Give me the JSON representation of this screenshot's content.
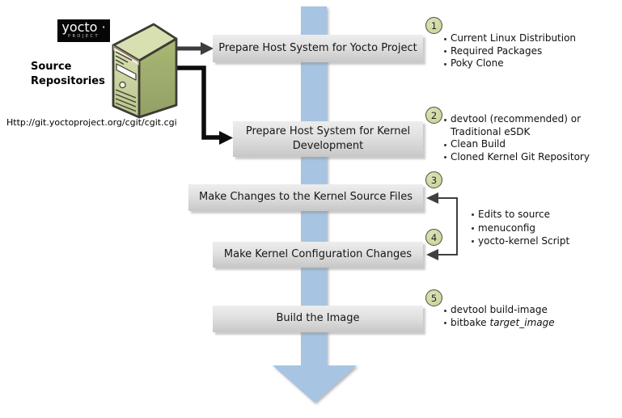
{
  "logo": {
    "brand": "yocto",
    "mark": "·",
    "sub": "PROJECT"
  },
  "source_repositories": {
    "title_line1": "Source",
    "title_line2": "Repositories",
    "url": "Http://git.yoctoproject.org/cgit/cgit.cgi"
  },
  "steps": [
    {
      "num": "1",
      "label": "Prepare Host System for Yocto Project"
    },
    {
      "num": "2",
      "label": "Prepare Host System for Kernel Development"
    },
    {
      "num": "3",
      "label": "Make Changes to the Kernel Source Files"
    },
    {
      "num": "4",
      "label": "Make Kernel Configuration Changes"
    },
    {
      "num": "5",
      "label": "Build the Image"
    }
  ],
  "notes_step1": [
    "Current Linux Distribution",
    "Required Packages",
    "Poky Clone"
  ],
  "notes_step2": [
    "devtool (recommended) or Traditional eSDK",
    "Clean Build",
    "Cloned Kernel Git Repository"
  ],
  "notes_steps34": [
    "Edits to source",
    "menuconfig",
    "yocto-kernel Script"
  ],
  "notes_step5": {
    "item1": "devtool build-image",
    "item2_prefix": "bitbake",
    "item2_italic": "target_image"
  },
  "colors": {
    "flow_arrow_blue": "#a7c5e2",
    "box_gradient_top": "#ededed",
    "box_gradient_bottom": "#c7c7c7",
    "circle_fill": "#ccd7a0",
    "server_green": "#b9c48c",
    "connector_dark": "#3d3d3d"
  }
}
